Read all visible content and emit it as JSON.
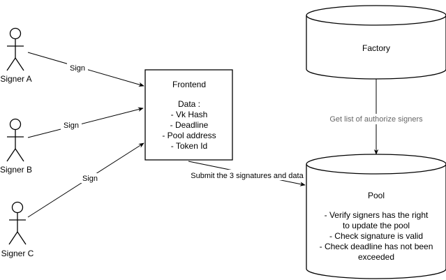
{
  "actors": [
    {
      "id": "a",
      "label": "Signer A"
    },
    {
      "id": "b",
      "label": "Signer B"
    },
    {
      "id": "c",
      "label": "Signer C"
    }
  ],
  "frontend": {
    "title": "Frontend",
    "data_heading": "Data :",
    "items": [
      "- Vk Hash",
      "- Deadline",
      "- Pool address",
      "- Token Id"
    ]
  },
  "factory": {
    "title": "Factory"
  },
  "pool": {
    "title": "Pool",
    "lines": [
      "- Verify signers has the right",
      "to update the pool",
      "- Check signature is valid",
      "- Check deadline has not been",
      "exceeded"
    ]
  },
  "edges": {
    "sign_a": "Sign",
    "sign_b": "Sign",
    "sign_c": "Sign",
    "submit": "Submit the 3 signatures and data",
    "authorize": "Get list of authorize signers"
  },
  "colors": {
    "line": "#000000",
    "background": "#ffffff",
    "muted_label": "#666666"
  }
}
